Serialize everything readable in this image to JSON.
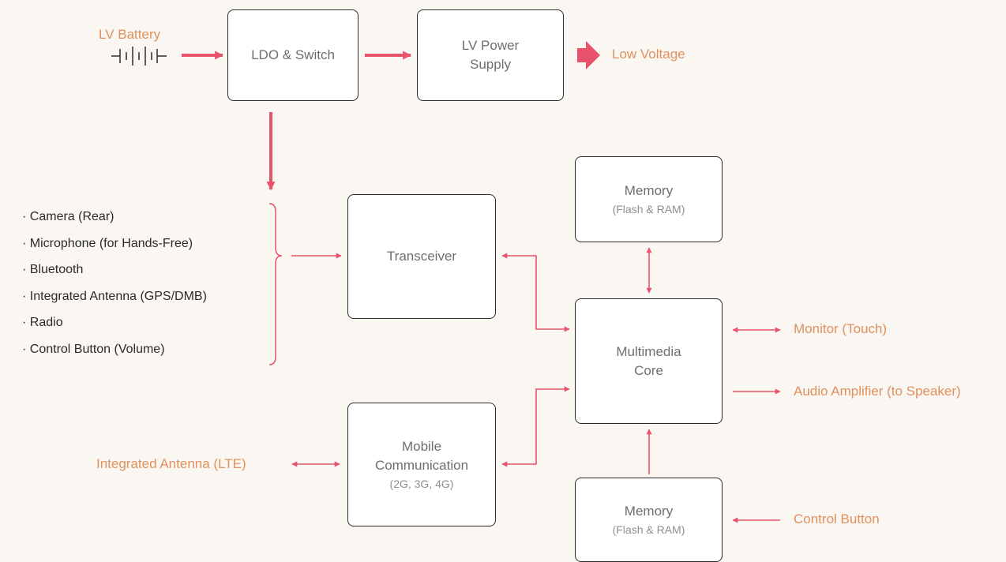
{
  "power": {
    "battery_label": "LV Battery",
    "ldo_switch": "LDO & Switch",
    "lv_power_supply_line1": "LV Power",
    "lv_power_supply_line2": "Supply",
    "low_voltage": "Low Voltage"
  },
  "inputs": [
    "Camera (Rear)",
    "Microphone (for Hands-Free)",
    "Bluetooth",
    "Integrated Antenna (GPS/DMB)",
    "Radio",
    "Control Button (Volume)"
  ],
  "blocks": {
    "transceiver": "Transceiver",
    "memory_top_title": "Memory",
    "memory_top_sub": "(Flash & RAM)",
    "multimedia_line1": "Multimedia",
    "multimedia_line2": "Core",
    "mobile_line1": "Mobile",
    "mobile_line2": "Communication",
    "mobile_sub": "(2G, 3G, 4G)",
    "memory_bottom_title": "Memory",
    "memory_bottom_sub": "(Flash & RAM)"
  },
  "outputs": {
    "monitor": "Monitor (Touch)",
    "audio_amplifier": "Audio Amplifier (to Speaker)",
    "control_button": "Control Button",
    "antenna_lte": "Integrated Antenna (LTE)"
  },
  "colors": {
    "accent": "#e8536b",
    "label_orange": "#e0915e",
    "background": "#faf6f1",
    "box_border": "#2b2b2b"
  },
  "icons": [
    "battery-icon",
    "block-arrow-icon"
  ]
}
